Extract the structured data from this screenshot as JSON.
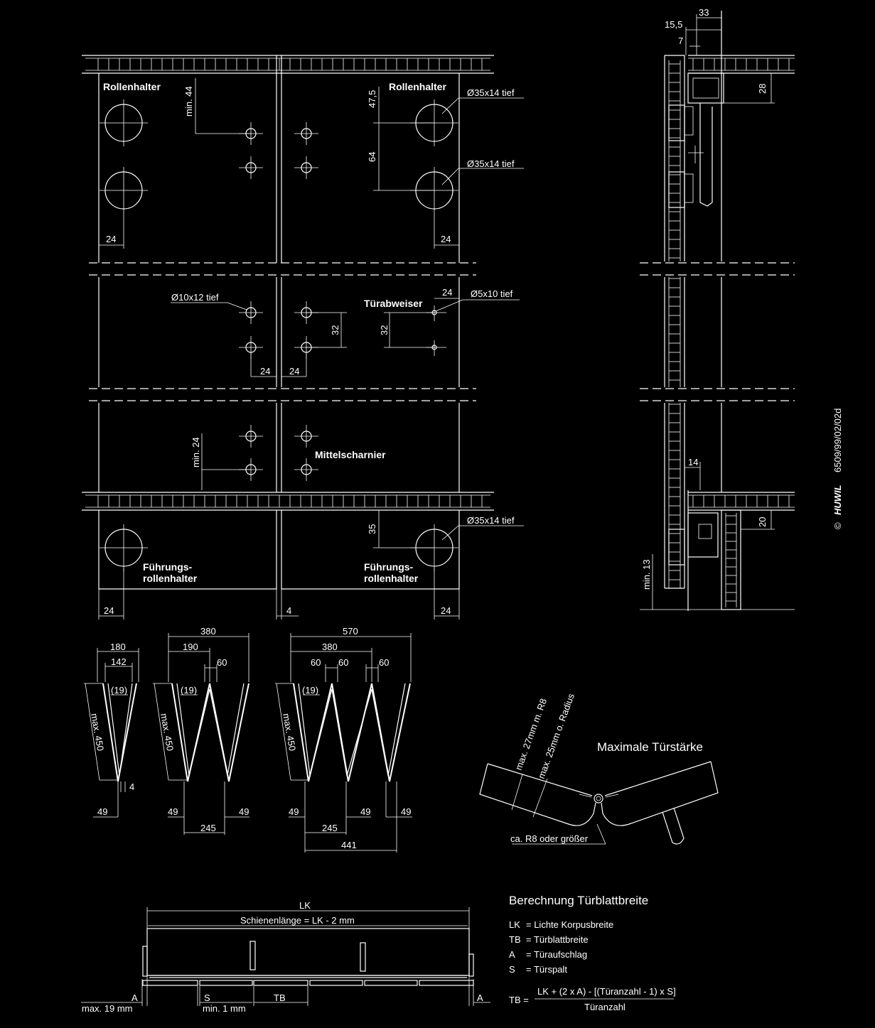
{
  "top": {
    "rollenhalter_left": "Rollenhalter",
    "rollenhalter_right": "Rollenhalter",
    "min44": "min. 44",
    "d47_5": "47,5",
    "d64": "64",
    "hole_a": "Ø35x14 tief",
    "hole_b": "Ø35x14 tief",
    "d24_l": "24",
    "d24_r": "24"
  },
  "middle": {
    "hole10": "Ø10x12 tief",
    "tuerabweiser": "Türabweiser",
    "hole5": "Ø5x10 tief",
    "d24_top": "24",
    "d32_a": "32",
    "d32_b": "32",
    "d24_a": "24",
    "d24_b": "24"
  },
  "lower": {
    "min24": "min. 24",
    "mittelscharnier": "Mittelscharnier",
    "d35": "35",
    "hole_c": "Ø35x14 tief",
    "fuehrung_left_1": "Führungs-",
    "fuehrung_left_2": "rollenhalter",
    "fuehrung_right_1": "Führungs-",
    "fuehrung_right_2": "rollenhalter",
    "d24_l": "24",
    "d4": "4",
    "d24_r": "24"
  },
  "side": {
    "d33": "33",
    "d15_5": "15,5",
    "d7": "7",
    "d28": "28",
    "d14": "14",
    "d20": "20",
    "min13": "min. 13"
  },
  "copyright": {
    "symbol": "©",
    "brand": "HUWIL",
    "code": "6509/99/02/02d"
  },
  "fold": {
    "f1": {
      "w1": "180",
      "w2": "142",
      "r": "(19)",
      "h": "max. 450",
      "b": "49",
      "g": "4"
    },
    "f2": {
      "w0": "380",
      "w1": "190",
      "w2": "60",
      "r": "(19)",
      "h": "max. 450",
      "b1": "49",
      "b2": "49",
      "b3": "245"
    },
    "f3": {
      "w0": "570",
      "w1": "380",
      "w2": "60",
      "w3": "60",
      "w4": "60",
      "r": "(19)",
      "h": "max. 450",
      "b1": "49",
      "b2": "49",
      "b3": "49",
      "b4": "245",
      "b5": "441"
    }
  },
  "thickness": {
    "title": "Maximale Türstärke",
    "t1": "max. 27mm m. R8",
    "t2": "max. 25mm o. Radius",
    "radius": "ca. R8 oder größer"
  },
  "rail": {
    "lk": "LK",
    "schiene": "Schienenlänge = LK - 2 mm",
    "a_left": "A",
    "a_right": "A",
    "s": "S",
    "tb": "TB",
    "max19": "max. 19 mm",
    "min1": "min. 1 mm"
  },
  "calc": {
    "title": "Berechnung Türblattbreite",
    "legend": [
      {
        "k": "LK",
        "v": "= Lichte Korpusbreite"
      },
      {
        "k": "TB",
        "v": "= Türblattbreite"
      },
      {
        "k": "A",
        "v": "= Türaufschlag"
      },
      {
        "k": "S",
        "v": "= Türspalt"
      }
    ],
    "tb_eq": "TB =",
    "numerator": "LK + (2 x A) - [(Türanzahl - 1) x S]",
    "denominator": "Türanzahl"
  }
}
